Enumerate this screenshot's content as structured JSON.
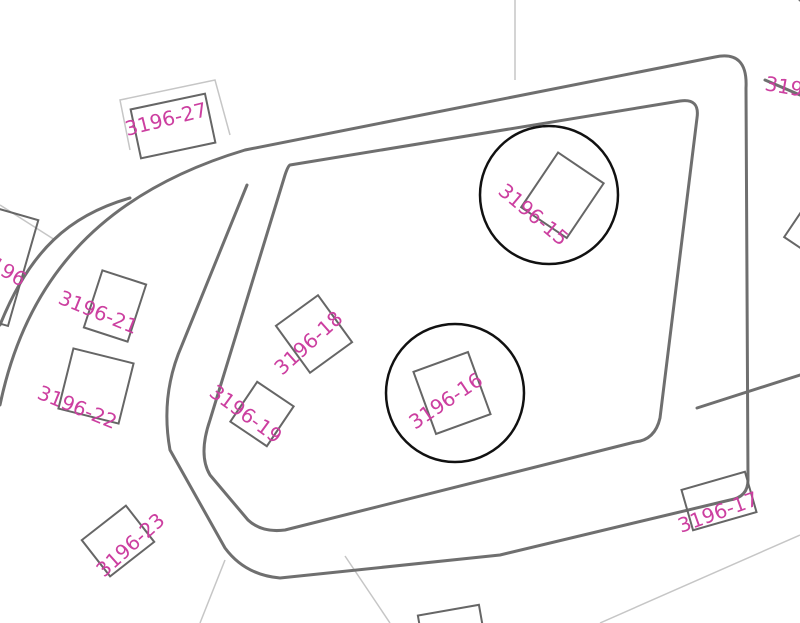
{
  "map": {
    "accent_label_color": "#cc3fa0",
    "parcels": [
      {
        "id": "p1",
        "label": "3196-27"
      },
      {
        "id": "p2",
        "label": "3196-21"
      },
      {
        "id": "p3",
        "label": "3196-22"
      },
      {
        "id": "p4",
        "label": "3196-23"
      },
      {
        "id": "p5",
        "label": "3196-18"
      },
      {
        "id": "p6",
        "label": "3196-19"
      },
      {
        "id": "p7",
        "label": "3196-15"
      },
      {
        "id": "p8",
        "label": "3196-16"
      },
      {
        "id": "p9",
        "label": "3196-17"
      },
      {
        "id": "p10",
        "label": "196"
      },
      {
        "id": "p11",
        "label": "319"
      }
    ],
    "highlighted_parcels": [
      "3196-15",
      "3196-16"
    ]
  }
}
